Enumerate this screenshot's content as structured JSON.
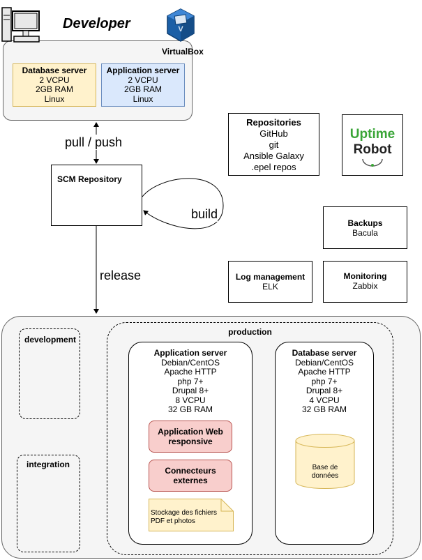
{
  "developer": {
    "title": "Developer",
    "virtualbox_label": "VirtualBox",
    "database_server": {
      "title": "Database server",
      "lines": [
        "2 VCPU",
        "2GB RAM",
        "Linux"
      ]
    },
    "application_server": {
      "title": "Application server",
      "lines": [
        "2 VCPU",
        "2GB RAM",
        "Linux"
      ]
    }
  },
  "edges": {
    "pull_push": "pull / push",
    "build": "build",
    "release": "release"
  },
  "scm": {
    "title": "SCM Repository"
  },
  "repositories": {
    "title": "Repositories",
    "lines": [
      "GitHub",
      "git",
      "Ansible Galaxy",
      ".epel repos"
    ]
  },
  "uptime_robot": {
    "line1": "Uptime",
    "line2": "Robot",
    "color": "#3aa537"
  },
  "backups": {
    "title": "Backups",
    "subtitle": "Bacula"
  },
  "log_management": {
    "title": "Log management",
    "subtitle": "ELK"
  },
  "monitoring": {
    "title": "Monitoring",
    "subtitle": "Zabbix"
  },
  "environments": {
    "development": "development",
    "integration": "integration",
    "production": "production"
  },
  "prod_app_server": {
    "title": "Application server",
    "lines": [
      "Debian/CentOS",
      "Apache HTTP",
      "php 7+",
      "Drupal 8+",
      "8 VCPU",
      "32 GB RAM"
    ],
    "app_web": [
      "Application Web",
      "responsive"
    ],
    "connecteurs": [
      "Connecteurs",
      "externes"
    ],
    "storage_note": [
      "Stockage des fichiers",
      "PDF et photos"
    ]
  },
  "prod_db_server": {
    "title": "Database server",
    "lines": [
      "Debian/CentOS",
      "Apache HTTP",
      "php 7+",
      "Drupal 8+",
      "4 VCPU",
      "32 GB RAM"
    ],
    "database": [
      "Base de",
      "données"
    ]
  },
  "colors": {
    "db_fill": "#fff2cc",
    "db_stroke": "#d6b656",
    "app_fill": "#dae8fc",
    "app_stroke": "#6c8ebf",
    "red_fill": "#f8cecc",
    "red_stroke": "#b85450",
    "panel_fill": "#f5f5f5",
    "panel_stroke": "#666666"
  }
}
